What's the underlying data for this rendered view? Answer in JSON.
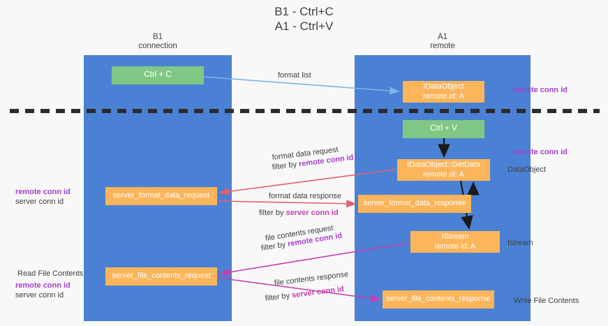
{
  "title": "B1 - Ctrl+C\nA1 - Ctrl+V",
  "title_line1": "B1 - Ctrl+C",
  "title_line2": "A1 - Ctrl+V",
  "colors": {
    "lane": "#4a81d4",
    "green_node": "#81c784",
    "orange_node": "#fcb55a",
    "remote_conn_id": "#a43fd0",
    "server_conn_id": "#7cbf7c",
    "arrow_blue": "#7fb3e8",
    "arrow_red": "#e4606d",
    "arrow_magenta": "#c73fb0",
    "arrow_black": "#1a1a1a",
    "background": "#f8f8f8",
    "separator": "#2b2b2b"
  },
  "lanes": [
    {
      "id": "b1",
      "title": "B1",
      "subtitle": "connection"
    },
    {
      "id": "a1",
      "title": "A1",
      "subtitle": "remote"
    }
  ],
  "nodes": [
    {
      "id": "ctrl-c",
      "line1": "Ctrl + C",
      "line2": "",
      "style": "green"
    },
    {
      "id": "idataobject",
      "line1": "IDataObject",
      "line2": "remote id: A",
      "style": "orange"
    },
    {
      "id": "ctrl-v",
      "line1": "Ctrl + V",
      "line2": "",
      "style": "green"
    },
    {
      "id": "getdata",
      "line1": "IDataObject::GetData",
      "line2": "remote id: A",
      "style": "orange"
    },
    {
      "id": "sfd-request",
      "line1": "server_format_data_request",
      "line2": "",
      "style": "orange"
    },
    {
      "id": "sfd-response",
      "line1": "server_format_data_response",
      "line2": "",
      "style": "orange"
    },
    {
      "id": "istream",
      "line1": "IStream",
      "line2": "remote id: A",
      "style": "orange"
    },
    {
      "id": "sfc-request",
      "line1": "server_file_contents_request",
      "line2": "",
      "style": "orange"
    },
    {
      "id": "sfc-response",
      "line1": "server_file_contents_response",
      "line2": "",
      "style": "orange"
    }
  ],
  "edge_labels": {
    "format_list": "format list",
    "format_data_request": "format data request",
    "format_data_request_filter_prefix": "filter by ",
    "format_data_request_filter_key": "remote conn id",
    "format_data_response": "format data response",
    "format_data_response_filter_prefix": "filter by ",
    "format_data_response_filter_key": "server conn id",
    "file_contents_request": "file contents request",
    "file_contents_request_filter_prefix": "filter by ",
    "file_contents_request_filter_key": "remote conn id",
    "file_contents_response": "file contents response",
    "file_contents_response_filter_prefix": "filter by ",
    "file_contents_response_filter_key": "server conn id"
  },
  "side_notes": {
    "right_remote_conn_id_top": "remote conn id",
    "right_remote_conn_id_mid": "remote conn id",
    "right_dataobject": "DataObject",
    "right_istream": "Istream",
    "right_write_file_contents": "Write File Contents",
    "left_remote_conn_id_1": "remote conn id",
    "left_server_conn_id_1": "server conn id",
    "left_read_file_contents": "Read File Contents",
    "left_remote_conn_id_2": "remote conn id",
    "left_server_conn_id_2": "server conn id"
  }
}
